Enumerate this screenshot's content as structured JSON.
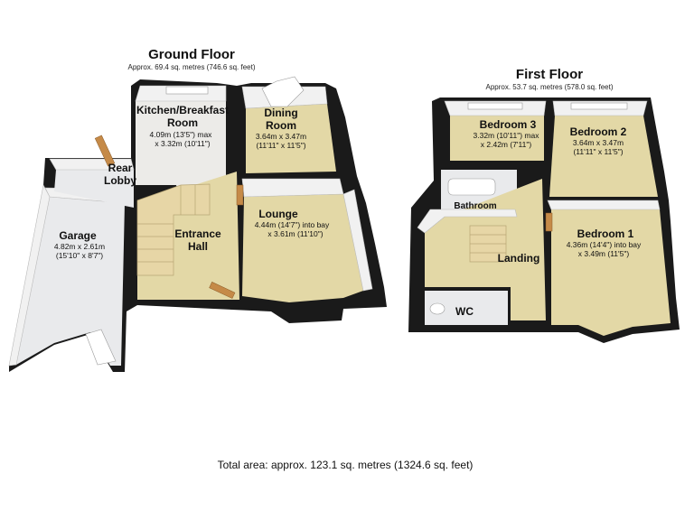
{
  "ground_floor": {
    "title": "Ground Floor",
    "area": "Approx. 69.4 sq. metres (746.6 sq. feet)",
    "rooms": {
      "kitchen": {
        "name1": "Kitchen/Breakfast",
        "name2": "Room",
        "dim1": "4.09m (13'5\") max",
        "dim2": "x 3.32m (10'11\")"
      },
      "dining": {
        "name1": "Dining",
        "name2": "Room",
        "dim1": "3.64m x 3.47m",
        "dim2": "(11'11\" x 11'5\")"
      },
      "rear_lobby": {
        "name1": "Rear",
        "name2": "Lobby"
      },
      "entrance_hall": {
        "name1": "Entrance",
        "name2": "Hall"
      },
      "lounge": {
        "name": "Lounge",
        "dim1": "4.44m (14'7\") into bay",
        "dim2": "x 3.61m (11'10\")"
      },
      "garage": {
        "name": "Garage",
        "dim1": "4.82m x 2.61m",
        "dim2": "(15'10\" x 8'7\")"
      }
    }
  },
  "first_floor": {
    "title": "First Floor",
    "area": "Approx. 53.7 sq. metres (578.0 sq. feet)",
    "rooms": {
      "bedroom3": {
        "name": "Bedroom 3",
        "dim1": "3.32m (10'11\") max",
        "dim2": "x 2.42m (7'11\")"
      },
      "bedroom2": {
        "name": "Bedroom 2",
        "dim1": "3.64m x 3.47m",
        "dim2": "(11'11\" x 11'5\")"
      },
      "bathroom": {
        "name": "Bathroom"
      },
      "bedroom1": {
        "name": "Bedroom 1",
        "dim1": "4.36m (14'4\") into bay",
        "dim2": "x 3.49m (11'5\")"
      },
      "landing": {
        "name": "Landing"
      },
      "wc": {
        "name": "WC"
      }
    }
  },
  "total_area": "Total area: approx. 123.1 sq. metres (1324.6 sq. feet)"
}
